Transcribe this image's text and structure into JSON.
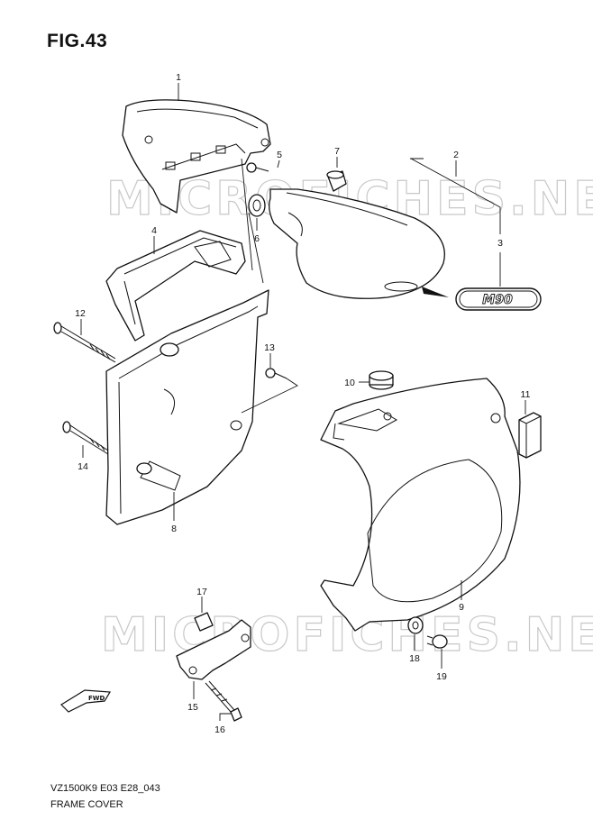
{
  "figure_title": "FIG.43",
  "watermark": "MICROFICHES.NET",
  "badge_text": "M90",
  "fwd_label": "FWD",
  "callouts": [
    "1",
    "2",
    "3",
    "4",
    "5",
    "6",
    "7",
    "8",
    "9",
    "10",
    "11",
    "12",
    "13",
    "14",
    "15",
    "16",
    "17",
    "18",
    "19"
  ],
  "footer": {
    "model_code": "VZ1500K9 E03 E28_043",
    "section_name": "FRAME COVER"
  }
}
